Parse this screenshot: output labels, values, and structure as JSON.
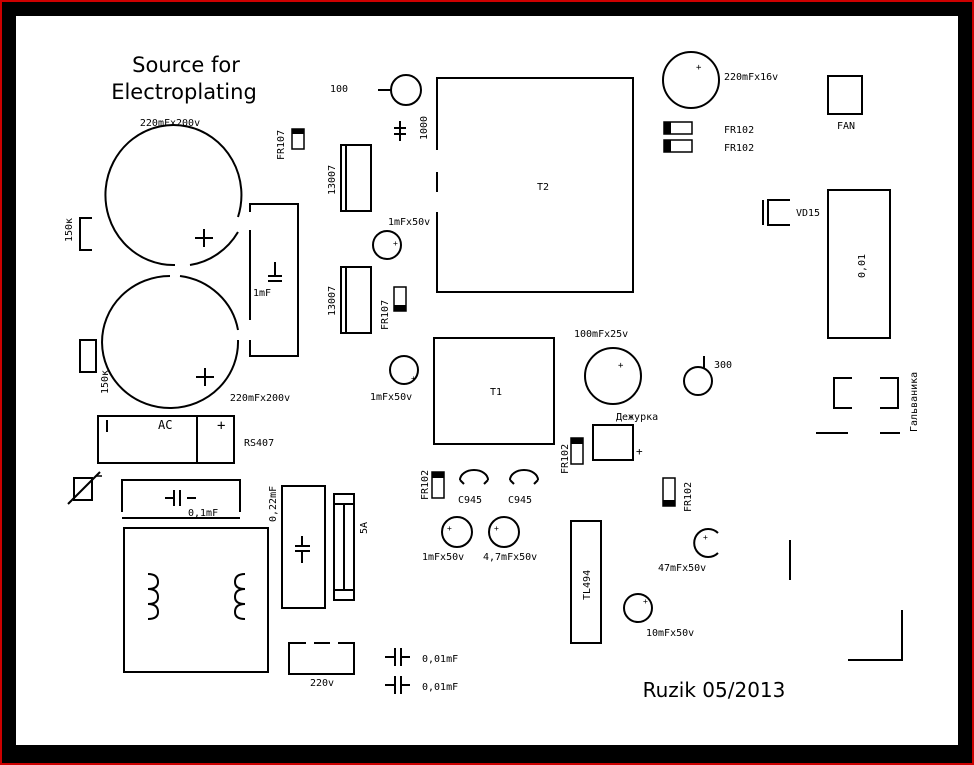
{
  "title": {
    "line1": "Source for",
    "line2": "Electroplating"
  },
  "author": "Ruzik 05/2013",
  "colors": {
    "background": "#000000",
    "board": "#ffffff",
    "border": "#cc0000",
    "ink": "#000000"
  },
  "labels": {
    "cap_main_top": "220mFx200v",
    "cap_main_bottom": "220mFx200v",
    "res_150k_top": "150к",
    "res_150k_bottom": "150к",
    "fr107_top": "FR107",
    "fr107_mid": "FR107",
    "q13007_top": "13007",
    "q13007_bottom": "13007",
    "cap_1mf": "1mF",
    "res_100": "100",
    "cap_1000": "1000",
    "t2": "T2",
    "cap_220_16": "220mFx16v",
    "fr102_a": "FR102",
    "fr102_b": "FR102",
    "fan": "FAN",
    "vd15": "VD15",
    "shunt_001": "0,01",
    "cap_1mf50_a": "1mFx50v",
    "cap_1mf50_b": "1mFx50v",
    "cap_100_25": "100mFx25v",
    "res_300": "300",
    "t1": "T1",
    "galvanika": "Гальваника",
    "ac": "AC",
    "plus": "+",
    "rs407": "RS407",
    "dezhurka": "Дежурка",
    "fr102_c": "FR102",
    "fr102_d": "FR102",
    "fr102_e": "FR102",
    "c945_a": "C945",
    "c945_b": "C945",
    "cap_01": "0,1mF",
    "cap_022": "0,22mF",
    "fuse": "5A",
    "cap_1mf50_c": "1mFx50v",
    "cap_47_50": "4,7mFx50v",
    "tl494": "TL494",
    "cap_47b_50": "47mFx50v",
    "cap_10_50": "10mFx50v",
    "cap_001_a": "0,01mF",
    "cap_001_b": "0,01mF",
    "v220": "220v"
  }
}
